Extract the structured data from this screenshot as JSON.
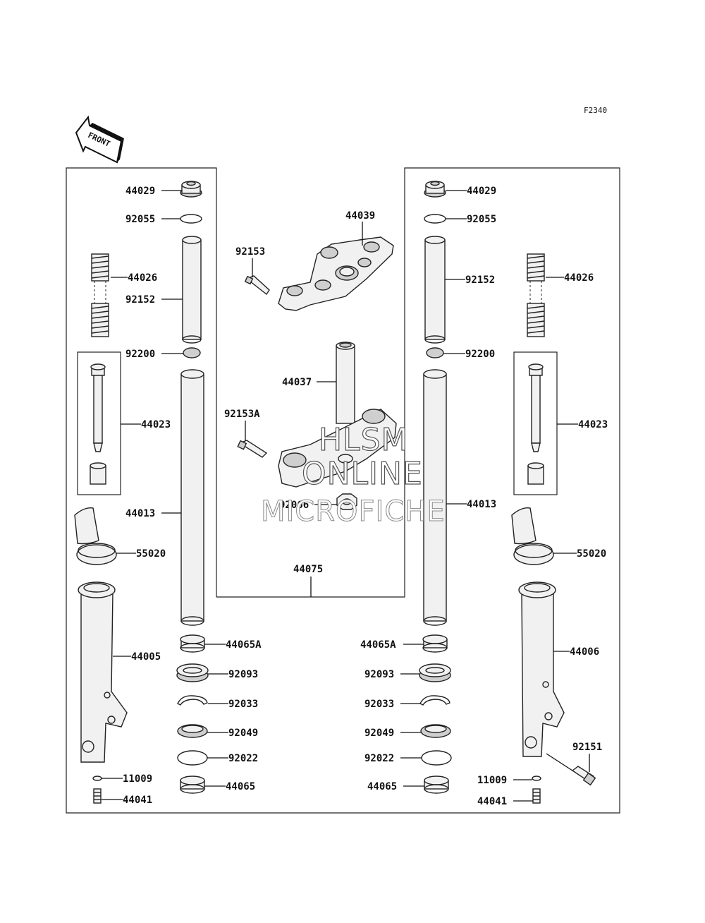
{
  "figure_code": "F2340",
  "front_arrow_text": "FRONT",
  "watermark": {
    "line1": "HLSM",
    "line2": "ONLINE",
    "line3": "MICROFICHE"
  },
  "left_fork": {
    "cap": "44029",
    "oring": "92055",
    "spring": "44026",
    "spacer": "92152",
    "seat": "92200",
    "damper": "44023",
    "inner_tube": "44013",
    "guard": "55020",
    "outer_tube": "44005",
    "bush_a": "44065A",
    "seal_ring": "92093",
    "clip": "92033",
    "oil_seal": "92049",
    "washer": "92022",
    "bush": "44065",
    "gasket": "11009",
    "bolt": "44041"
  },
  "right_fork": {
    "cap": "44029",
    "oring": "92055",
    "spring": "44026",
    "spacer": "92152",
    "seat": "92200",
    "damper": "44023",
    "inner_tube": "44013",
    "guard": "55020",
    "outer_tube": "44006",
    "bush_a": "44065A",
    "seal_ring": "92093",
    "clip": "92033",
    "oil_seal": "92049",
    "washer": "92022",
    "bush": "44065",
    "gasket": "11009",
    "bolt": "44041",
    "axle_bolt": "92151"
  },
  "center": {
    "upper_bracket": "44039",
    "bolt_upper": "92153",
    "stem": "44037",
    "bolt_lower": "92153A",
    "nut": "92066",
    "assembly": "44075"
  }
}
